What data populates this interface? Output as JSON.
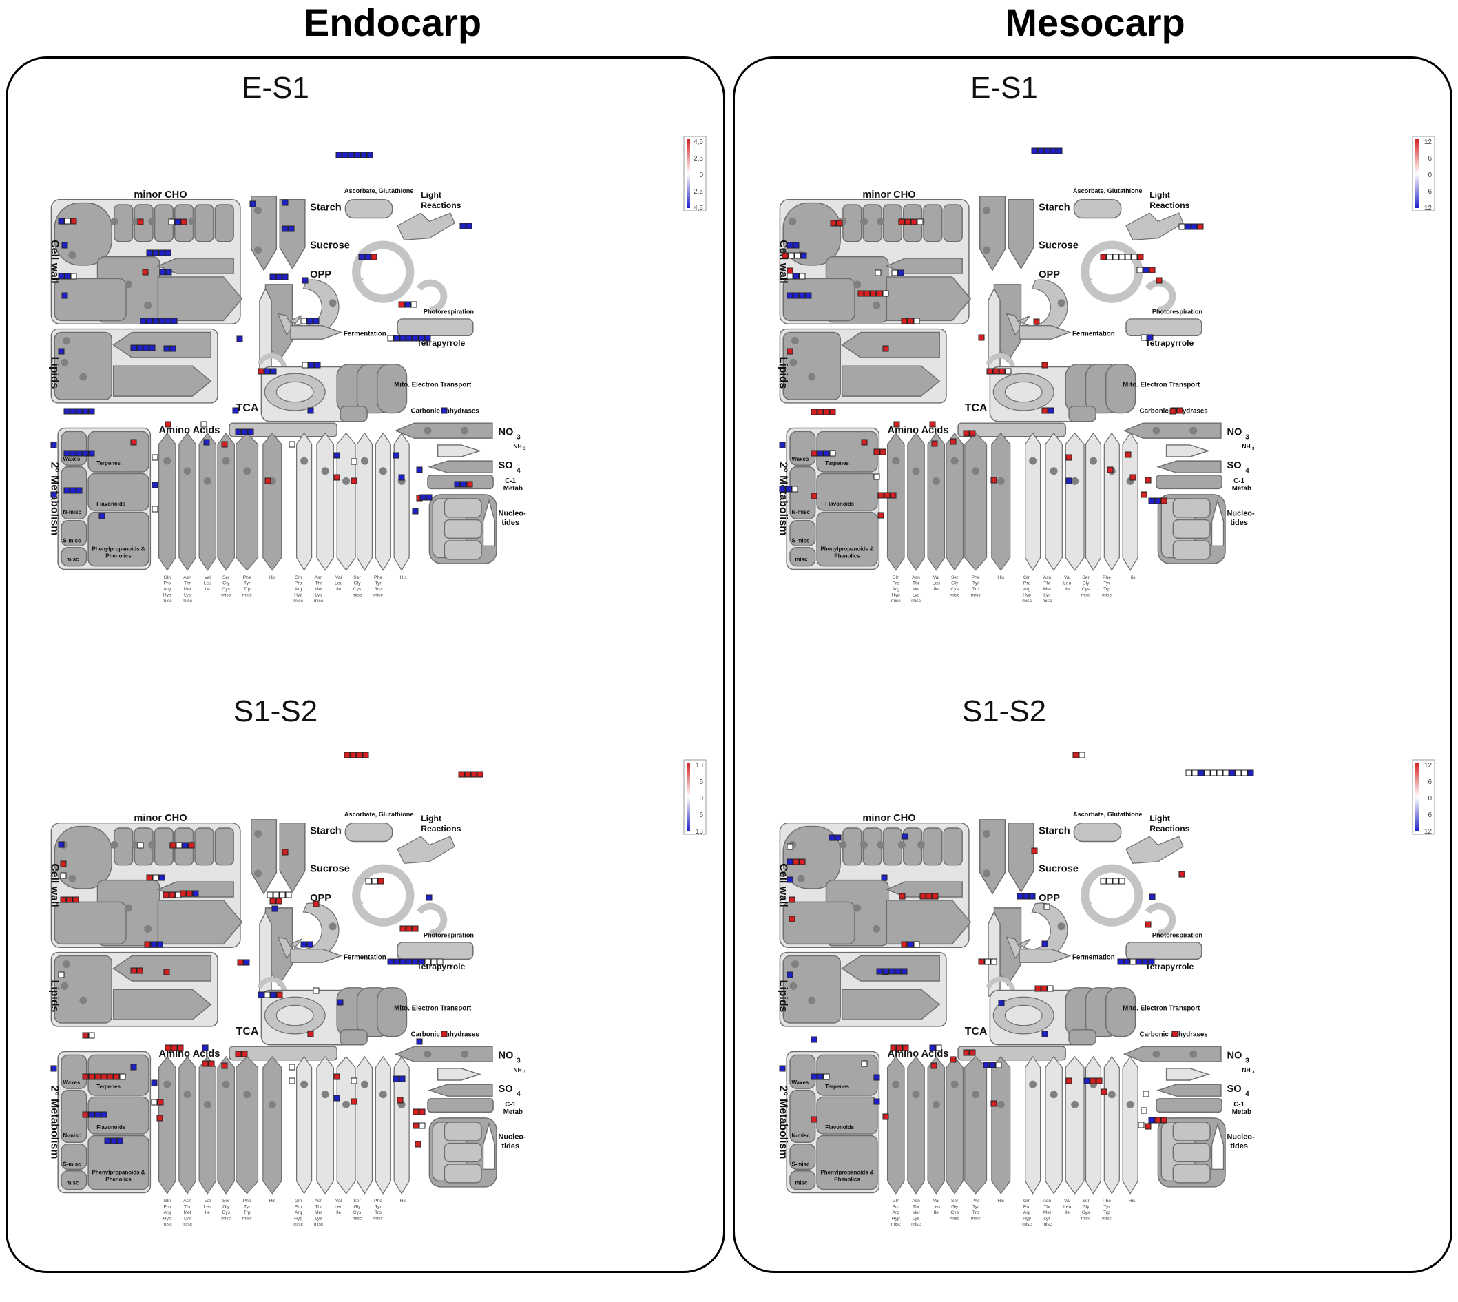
{
  "tissues": [
    {
      "name": "Endocarp",
      "panels": [
        {
          "title": "E-S1",
          "scale": [
            "4,5",
            "2,5",
            "0",
            "2,5",
            "4,5"
          ]
        },
        {
          "title": "S1-S2",
          "scale": [
            "13",
            "6",
            "0",
            "6",
            "13"
          ]
        }
      ]
    },
    {
      "name": "Mesocarp",
      "panels": [
        {
          "title": "E-S1",
          "scale": [
            "12",
            "6",
            "0",
            "6",
            "12"
          ]
        },
        {
          "title": "S1-S2",
          "scale": [
            "12",
            "6",
            "0",
            "6",
            "12"
          ]
        }
      ]
    }
  ],
  "labels": {
    "cell_wall": "Cell wall",
    "lipids": "Lipids",
    "secondary_metabolism": "2° Metabolism",
    "minor_cho": "minor CHO",
    "starch": "Starch",
    "sucrose": "Sucrose",
    "opp": "OPP",
    "ascorbate": "Ascorbate, Glutathione",
    "light_reactions_1": "Light",
    "light_reactions_2": "Reactions",
    "photorespiration": "Photorespiration",
    "fermentation": "Fermentation",
    "tetrapyrrole": "Tetrapyrrole",
    "mito": "Mito. Electron Transport",
    "carbonic": "Carbonic anhydrases",
    "tca": "TCA",
    "amino_acids": "Amino Acids",
    "no3": "NO",
    "no3_sub": "3",
    "nh3": "NH",
    "nh3_sub": "3",
    "so4": "SO",
    "so4_sub": "4",
    "c1_1": "C-1",
    "c1_2": "Metab",
    "nucleo_1": "Nucleo-",
    "nucleo_2": "tides",
    "waxes": "Waxes",
    "terpenes": "Terpenes",
    "flavonoids": "Flavonoids",
    "n_misc": "N-misc",
    "s_misc": "S-misc",
    "misc": "misc",
    "phenyl_1": "Phenylpropanoids &",
    "phenyl_2": "Phenolics"
  },
  "aa_groups": [
    [
      "Gln",
      "Pro",
      "Arg",
      "Hyp",
      "misc"
    ],
    [
      "Asn",
      "Thr",
      "Met",
      "Lys",
      "misc"
    ],
    [
      "Val",
      "Leu",
      "Ile"
    ],
    [
      "Ser",
      "Gly",
      "Cys",
      "misc"
    ],
    [
      "Phe",
      "Tyr",
      "Trp",
      "misc"
    ],
    [
      "His"
    ]
  ],
  "colors": {
    "box_dark": "#a6a6a6",
    "box_mid": "#c4c4c4",
    "box_light": "#e4e4e4",
    "dot": "#808080",
    "up": "#d42020",
    "down": "#2020c8",
    "neutral": "#ffffff"
  }
}
